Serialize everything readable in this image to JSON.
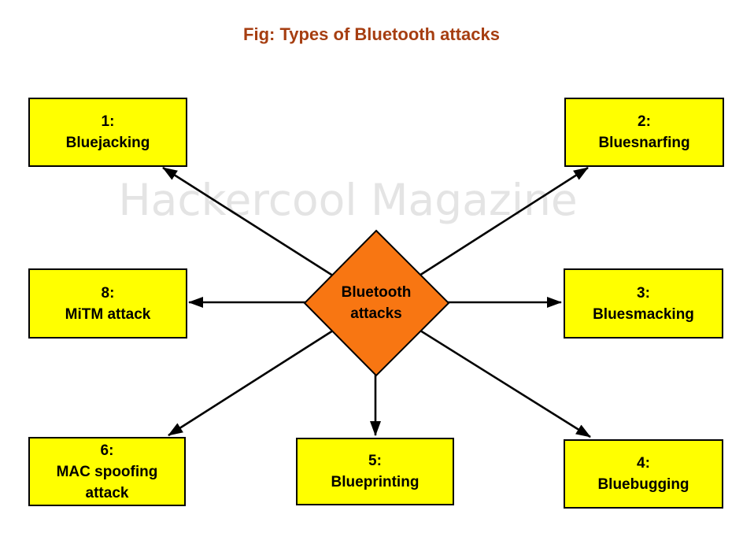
{
  "title": "Fig: Types of Bluetooth attacks",
  "watermark": "Hackercool Magazine",
  "center": {
    "label": "Bluetooth\nattacks"
  },
  "nodes": [
    {
      "num": "1:",
      "name": "Bluejacking"
    },
    {
      "num": "2:",
      "name": "Bluesnarfing"
    },
    {
      "num": "3:",
      "name": "Bluesmacking"
    },
    {
      "num": "4:",
      "name": "Bluebugging"
    },
    {
      "num": "5:",
      "name": "Blueprinting"
    },
    {
      "num": "6:",
      "name": "MAC spoofing\nattack"
    },
    {
      "num": "8:",
      "name": "MiTM attack"
    }
  ],
  "colors": {
    "box_fill": "#FFFF00",
    "box_border": "#000000",
    "diamond_fill": "#F87612",
    "title_text": "#A63E11",
    "watermark_text": "#E4E4E4",
    "connector": "#000000"
  }
}
